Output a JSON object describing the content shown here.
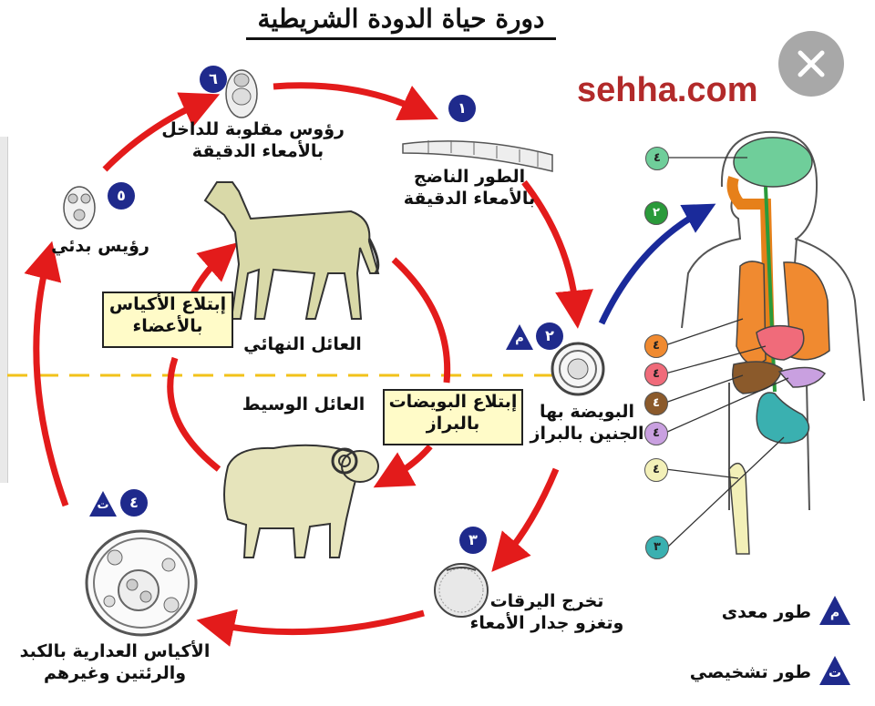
{
  "title": "دورة حياة الدودة الشريطية",
  "brand": "sehha.com",
  "close_icon": "close-icon",
  "hosts": {
    "final": "العائل النهائي",
    "intermediate": "العائل الوسيط"
  },
  "stages": {
    "s1": {
      "num": "١",
      "line1": "الطور الناضج",
      "line2": "بالأمعاء الدقيقة"
    },
    "s2": {
      "num": "٢",
      "badge": "م",
      "line1": "البويضة بها",
      "line2": "الجنين بالبراز"
    },
    "s3": {
      "num": "٣",
      "line1": "تخرج اليرقات",
      "line2": "وتغزو جدار الأمعاء"
    },
    "s4": {
      "num": "٤",
      "badge": "ت",
      "line1": "الأكياس العدارية بالكبد",
      "line2": "والرئتين وغيرهم"
    },
    "s5": {
      "num": "٥",
      "line1": "رؤيس بدئي"
    },
    "s6": {
      "num": "٦",
      "line1": "رؤوس مقلوبة للداخل",
      "line2": "بالأمعاء الدقيقة"
    }
  },
  "boxes": {
    "cysts": {
      "line1": "إبتلاع الأكياس",
      "line2": "بالأعضاء"
    },
    "eggs": {
      "line1": "إبتلاع البويضات",
      "line2": "بالبراز"
    }
  },
  "body_numbers": [
    "٤",
    "٢",
    "٤",
    "٤",
    "٤",
    "٤",
    "٤",
    "٣"
  ],
  "legend": {
    "intestinal": {
      "badge": "م",
      "label": "طور معدى"
    },
    "diagnostic": {
      "badge": "ت",
      "label": "طور تشخيصي"
    }
  },
  "colors": {
    "arrow_red": "#e31b1b",
    "arrow_blue": "#1a2a9a",
    "badge_blue": "#1f2a8c",
    "divider": "#f2c21a",
    "brand": "#b22a2a",
    "label_box": "#fffbc8"
  }
}
